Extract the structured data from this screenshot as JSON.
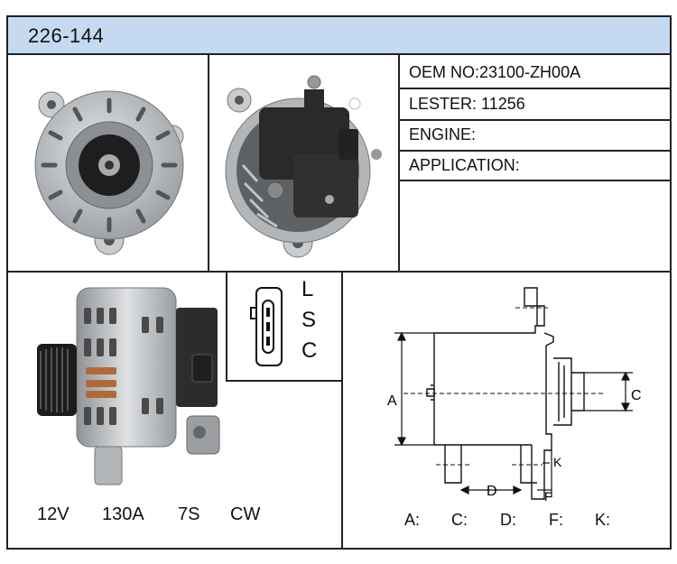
{
  "header": {
    "title": "226-144"
  },
  "specs": {
    "oem_label": "OEM NO:",
    "oem_value": "23100-ZH00A",
    "lester_label": "LESTER:",
    "lester_value": "11256",
    "engine_label": "ENGINE:",
    "engine_value": "",
    "application_label": "APPLICATION:",
    "application_value": ""
  },
  "electrical": {
    "voltage": "12V",
    "amperage": "130A",
    "pulley": "7S",
    "rotation": "CW"
  },
  "connector": {
    "pins": [
      "L",
      "S",
      "C"
    ]
  },
  "dimensions": {
    "drawing_labels": {
      "a": "A",
      "c": "C",
      "d": "D",
      "f": "F",
      "k": "K"
    },
    "list": [
      "A:",
      "C:",
      "D:",
      "F:",
      "K:"
    ]
  },
  "colors": {
    "header_bg": "#c5d9f0",
    "metal": "#b9bcbf",
    "dark": "#2a2a2a"
  }
}
